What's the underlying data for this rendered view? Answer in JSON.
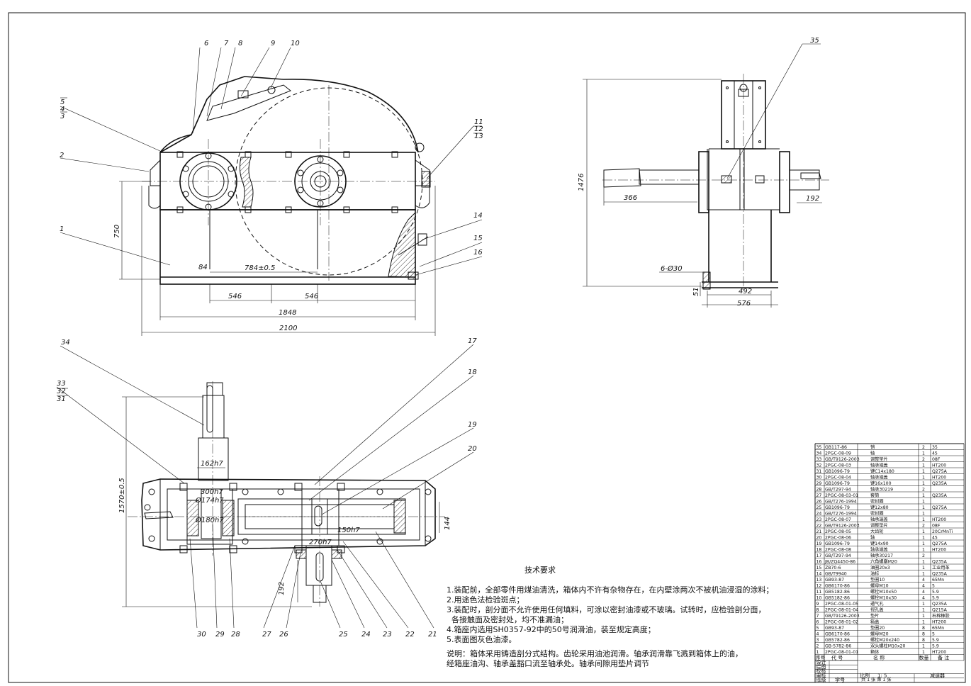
{
  "dimensions": {
    "front_750": "750",
    "front_84": "84",
    "front_784": "784±0.5",
    "front_546a": "546",
    "front_546b": "546",
    "front_1848": "1848",
    "front_2100": "2100",
    "side_1476": "1476",
    "side_366": "366",
    "side_192": "192",
    "side_6d30": "6-Ø30",
    "side_51": "51",
    "side_492": "492",
    "side_576": "576",
    "top_1570": "1570±0.5",
    "top_162h7": "162h7",
    "top_300h7": "300h7",
    "top_174h7": "Ø174h7",
    "top_180h7": "Ø180h7",
    "top_144": "144",
    "top_150h7": "150h7",
    "top_270h7": "270h7",
    "top_192": "192"
  },
  "part_labels": {
    "p1": "1",
    "p2": "2",
    "p3": "3",
    "p4": "4",
    "p5": "5",
    "p6": "6",
    "p7": "7",
    "p8": "8",
    "p9": "9",
    "p10": "10",
    "p11": "11",
    "p12": "12",
    "p13": "13",
    "p14": "14",
    "p15": "15",
    "p16": "16",
    "p17": "17",
    "p18": "18",
    "p19": "19",
    "p20": "20",
    "p21": "21",
    "p22": "22",
    "p23": "23",
    "p24": "24",
    "p25": "25",
    "p26": "26",
    "p27": "27",
    "p28": "28",
    "p29": "29",
    "p30": "30",
    "p31": "31",
    "p32": "32",
    "p33": "33",
    "p34": "34",
    "p35": "35"
  },
  "tech_requirements": {
    "title": "技术要求",
    "lines": [
      "1.装配前，全部零件用煤油清洗，箱体内不许有杂物存在，在内壁涂两次不被机油浸湿的涂料；",
      "2.用途色法检验斑点；",
      "3.装配时，剖分面不允许使用任何填料，可涂以密封油漆或不玻璃。试转时，应检验剖分面，",
      "  各接触面及密封处，均不准漏油；",
      "4.箱座内选用SH0357-92中的50号润滑油，装至规定高度；",
      "5.表面图灰色油漆。"
    ],
    "note_lines": [
      "说明：箱体采用铸造剖分式结构。齿轮采用油池润滑。轴承润滑靠飞溅到箱体上的油，",
      "经箱座油沟、轴承盖豁口流至轴承处。轴承间隙用垫片调节"
    ]
  },
  "bom": {
    "rows": [
      [
        "35",
        "GB117-86",
        "销",
        "2",
        "35"
      ],
      [
        "34",
        "2PGC-08-09",
        "轴",
        "1",
        "45"
      ],
      [
        "33",
        "GB/T9126-2003",
        "调整垫片",
        "2",
        "08F"
      ],
      [
        "32",
        "2PGC-08-03",
        "轴承端盖",
        "1",
        "HT200"
      ],
      [
        "31",
        "GB1096-79",
        "键C14x180",
        "1",
        "Q275A"
      ],
      [
        "30",
        "2PGC-08-04",
        "轴承端盖",
        "1",
        "HT200"
      ],
      [
        "29",
        "GB1096-79",
        "键16x100",
        "1",
        "Q235A"
      ],
      [
        "28",
        "GB/T297-94",
        "轴承30219",
        "2",
        ""
      ],
      [
        "27",
        "2PGC-08-03-01",
        "套筒",
        "1",
        "Q235A"
      ],
      [
        "26",
        "GB/T276-1994",
        "密封圈",
        "1",
        ""
      ],
      [
        "25",
        "GB1096-79",
        "键12x80",
        "1",
        "Q275A"
      ],
      [
        "24",
        "GB/T276-1994",
        "密封圈",
        "1",
        ""
      ],
      [
        "23",
        "2PGC-08-07",
        "轴承端盖",
        "1",
        "HT200"
      ],
      [
        "22",
        "GB/T9126-2003",
        "调整垫片",
        "2",
        "08F"
      ],
      [
        "21",
        "2PGC-08-05",
        "大齿轮",
        "1",
        "20CrMnTi"
      ],
      [
        "20",
        "2PGC-08-06",
        "轴",
        "1",
        "45"
      ],
      [
        "19",
        "GB1096-79",
        "键14x90",
        "1",
        "Q275A"
      ],
      [
        "18",
        "2PGC-08-08",
        "轴承端盖",
        "1",
        "HT200"
      ],
      [
        "17",
        "GB/T297-94",
        "轴承30217",
        "2",
        ""
      ],
      [
        "16",
        "JB/ZQ4450-86",
        "六角螺塞M20",
        "1",
        "Q235A"
      ],
      [
        "15",
        "ZB70-6",
        "油圈20x3",
        "1",
        "工业用革"
      ],
      [
        "14",
        "GB/T9940",
        "油标",
        "1",
        "Q235A"
      ],
      [
        "13",
        "GB93-87",
        "垫圈10",
        "4",
        "65Mn"
      ],
      [
        "12",
        "GB6170-86",
        "螺母M10",
        "4",
        "5"
      ],
      [
        "11",
        "GB5182-86",
        "螺栓M10x50",
        "4",
        "5.9"
      ],
      [
        "10",
        "GB5182-86",
        "螺栓M10x30",
        "4",
        "5.9"
      ],
      [
        "9",
        "2PGC-08-01-05",
        "通气孔",
        "1",
        "Q235A"
      ],
      [
        "8",
        "2PGC-08-01-04",
        "视孔盖",
        "1",
        "Q215A"
      ],
      [
        "7",
        "GB/T9126-2003",
        "垫片",
        "1",
        "石棉橡胶"
      ],
      [
        "6",
        "2PGC-08-01-02",
        "箱盖",
        "1",
        "HT200"
      ],
      [
        "5",
        "GB93-87",
        "垫圈20",
        "8",
        "65Mn"
      ],
      [
        "4",
        "GB6170-86",
        "螺母M20",
        "8",
        "5"
      ],
      [
        "3",
        "GB5782-86",
        "螺栓M20x240",
        "8",
        "5.9"
      ],
      [
        "2",
        "GB-5782-86",
        "双头螺柱M10x20",
        "1",
        "5.9"
      ],
      [
        "1",
        "2PGC-08-01-01",
        "箱体",
        "1",
        "HT200"
      ]
    ],
    "header": {
      "no": "序号",
      "code": "代 号",
      "name": "名    称",
      "qty": "数量",
      "note": "备  注"
    },
    "title_block": {
      "design": "设计",
      "draw": "绘图",
      "check": "校核",
      "review": "审核",
      "class": "班级",
      "student_no": "学号",
      "scale_label": "比例",
      "scale_value": "1: 5",
      "part_name": "减速器",
      "sheet": "共 1 张  第 1 张"
    }
  }
}
